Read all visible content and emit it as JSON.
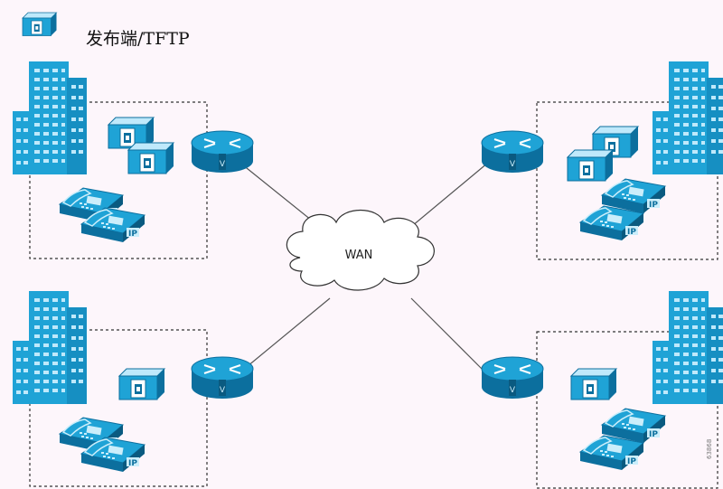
{
  "legend": {
    "label": "发布端/TFTP",
    "icon": "server-icon"
  },
  "wan": {
    "label": "WAN"
  },
  "sites": [
    {
      "name": "site-top-left",
      "servers": 2,
      "phones": 2
    },
    {
      "name": "site-top-right",
      "servers": 2,
      "phones": 2
    },
    {
      "name": "site-bottom-left",
      "servers": 1,
      "phones": 2
    },
    {
      "name": "site-bottom-right",
      "servers": 1,
      "phones": 2
    }
  ],
  "colors": {
    "device": "#1fa3d6",
    "device_dark": "#0c6f9e",
    "device_light": "#cbeefb",
    "line": "#555555",
    "background": "#fdf6fb"
  },
  "side_code": "63868"
}
